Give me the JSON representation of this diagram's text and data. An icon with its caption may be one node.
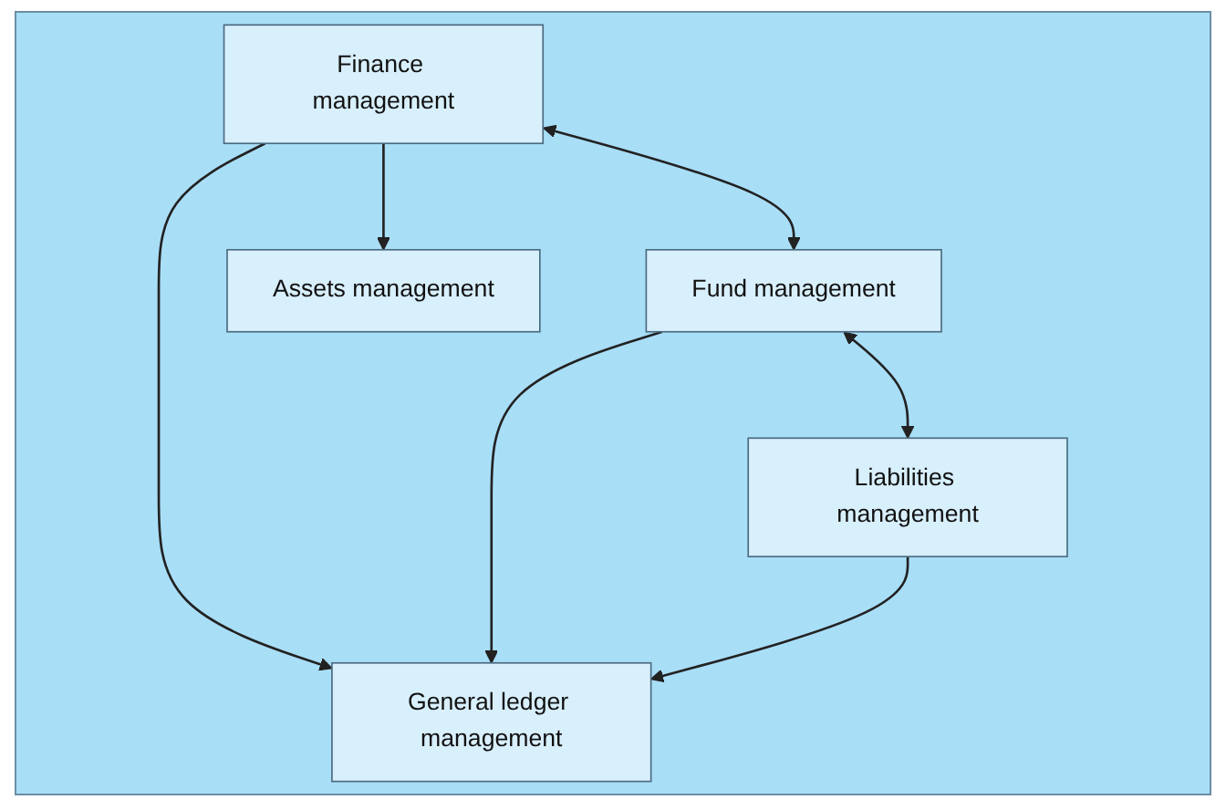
{
  "diagram": {
    "nodes": [
      {
        "text": [
          "Finance management"
        ]
      },
      {
        "text": [
          "Fund management"
        ]
      },
      {
        "text": [
          "Liabilities management"
        ]
      },
      {
        "text": [
          "Assets management"
        ]
      },
      {
        "text": [
          "General ledger management"
        ]
      }
    ],
    "edges": [
      {
        "from": 0,
        "to": 1,
        "arrow": "both"
      },
      {
        "from": 0,
        "to": 3,
        "arrow": "to"
      },
      {
        "from": 0,
        "to": 4,
        "arrow": "to"
      },
      {
        "from": 1,
        "to": 4,
        "arrow": "to"
      },
      {
        "from": 1,
        "to": 2,
        "arrow": "both"
      },
      {
        "from": 2,
        "to": 4,
        "arrow": "to"
      }
    ]
  }
}
